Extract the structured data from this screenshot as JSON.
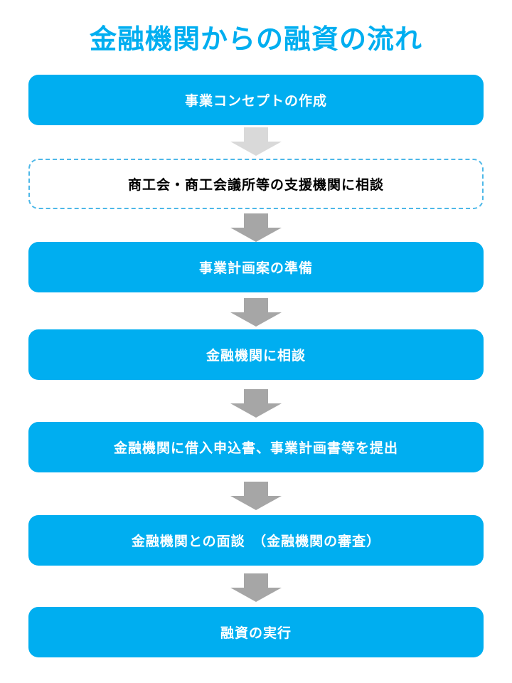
{
  "title": "金融機関からの融資の流れ",
  "diagram": {
    "type": "flowchart",
    "direction": "top-down",
    "steps": [
      {
        "label": "事業コンセプトの作成",
        "style": "solid"
      },
      {
        "label": "商工会・商工会議所等の支援機関に相談",
        "style": "dashed"
      },
      {
        "label": "事業計画案の準備",
        "style": "solid"
      },
      {
        "label": "金融機関に相談",
        "style": "solid"
      },
      {
        "label": "金融機関に借入申込書、事業計画書等を提出",
        "style": "solid"
      },
      {
        "label": "金融機関との面談　（金融機関の審査）",
        "style": "solid"
      },
      {
        "label": "融資の実行",
        "style": "solid"
      }
    ]
  },
  "colors": {
    "title_text": "#00AEF0",
    "box_fill": "#00AEF0",
    "box_text": "#FFFFFF",
    "dashed_border": "#4DB8E8",
    "dashed_box_text": "#000000",
    "arrow_light": "#D9D9D9",
    "arrow_dark": "#A6A6A6",
    "background": "#FFFFFF"
  }
}
